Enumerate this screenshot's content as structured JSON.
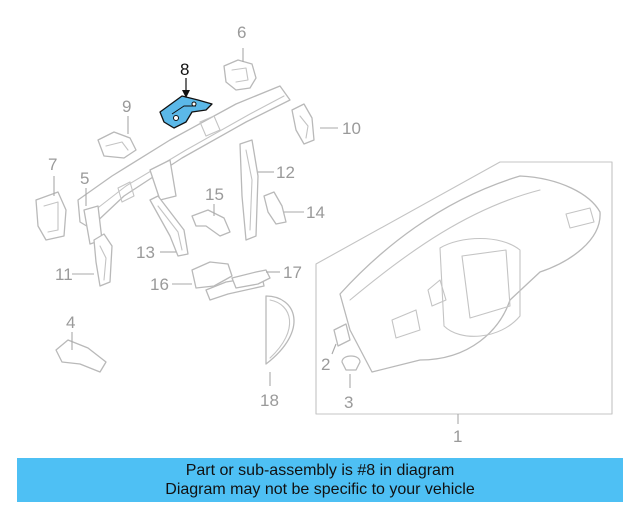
{
  "diagram": {
    "highlighted_part": "8",
    "highlight_color": "#5bb8e8",
    "callouts": [
      "1",
      "2",
      "3",
      "4",
      "5",
      "6",
      "7",
      "8",
      "9",
      "10",
      "11",
      "12",
      "13",
      "14",
      "15",
      "16",
      "17",
      "18"
    ]
  },
  "caption": {
    "line1": "Part or sub-assembly is #8 in diagram",
    "line2": "Diagram may not be specific to your vehicle",
    "background": "#4ec0f4"
  }
}
